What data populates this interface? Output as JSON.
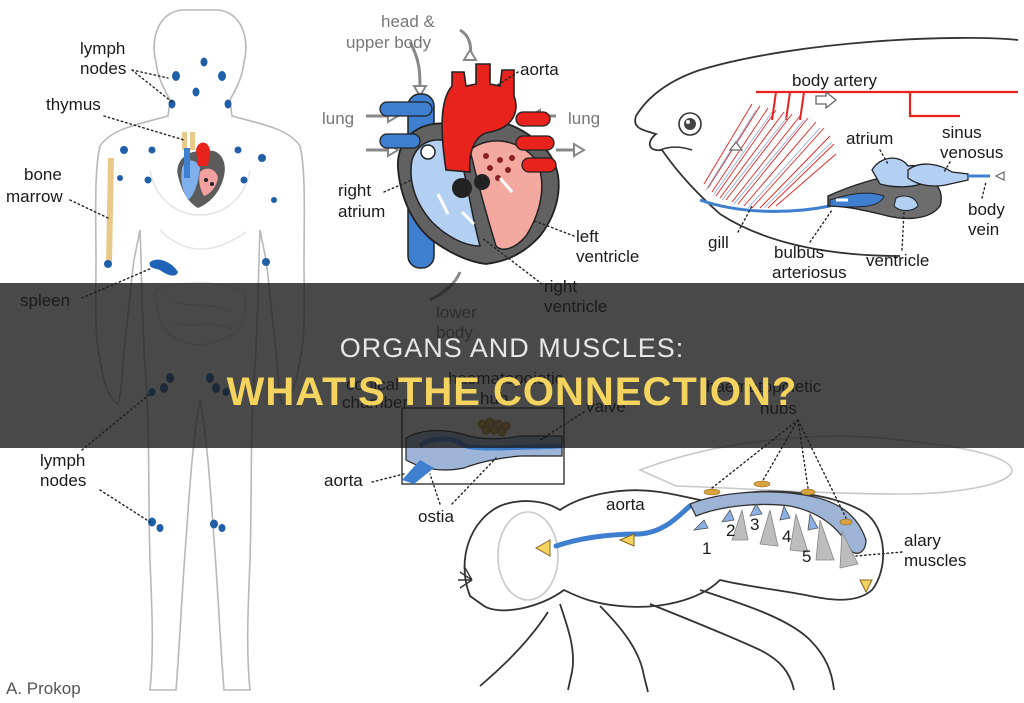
{
  "banner": {
    "line1": "ORGANS AND MUSCLES:",
    "line2": "WHAT'S THE CONNECTION?"
  },
  "human": {
    "lymph_nodes_top": "lymph",
    "lymph_nodes_top_2": "nodes",
    "thymus": "thymus",
    "bone_marrow_1": "bone",
    "bone_marrow_2": "marrow",
    "spleen": "spleen",
    "lymph_nodes_bottom": "lymph",
    "lymph_nodes_bottom_2": "nodes"
  },
  "heart": {
    "head_upper_1": "head &",
    "head_upper_2": "upper body",
    "aorta": "aorta",
    "lung_left": "lung",
    "lung_right": "lung",
    "right_atrium_1": "right",
    "right_atrium_2": "atrium",
    "left_ventricle_1": "left",
    "left_ventricle_2": "ventricle",
    "right_ventricle_1": "right",
    "right_ventricle_2": "ventricle",
    "lower_body_1": "lower",
    "lower_body_2": "body"
  },
  "fish": {
    "body_artery": "body artery",
    "atrium": "atrium",
    "sinus_1": "sinus",
    "sinus_2": "venosus",
    "gill": "gill",
    "bulbus_1": "bulbus",
    "bulbus_2": "arteriosus",
    "ventricle": "ventricle",
    "body_vein_1": "body",
    "body_vein_2": "vein"
  },
  "insect": {
    "haem_hub_1": "haematopoietic",
    "haem_hub_2": "hub",
    "conical_1": "conical",
    "conical_2": "chamber",
    "valve": "valve",
    "aorta_inset": "aorta",
    "ostia": "ostia",
    "haem_hubs_1": "haematopoietic",
    "haem_hubs_2": "hubs",
    "aorta_fly": "aorta",
    "alary_1": "alary",
    "alary_2": "muscles",
    "ostia_numbers": [
      "1",
      "2",
      "3",
      "4",
      "5"
    ]
  },
  "credit": "A. Prokop",
  "colors": {
    "artery_red": "#e8221c",
    "vein_blue": "#3f7fd0",
    "lymph_blue": "#1f5fa8",
    "marrow": "#e9c98a",
    "hub_gold": "#d8a23c",
    "banner_text": "#f4d35e"
  }
}
